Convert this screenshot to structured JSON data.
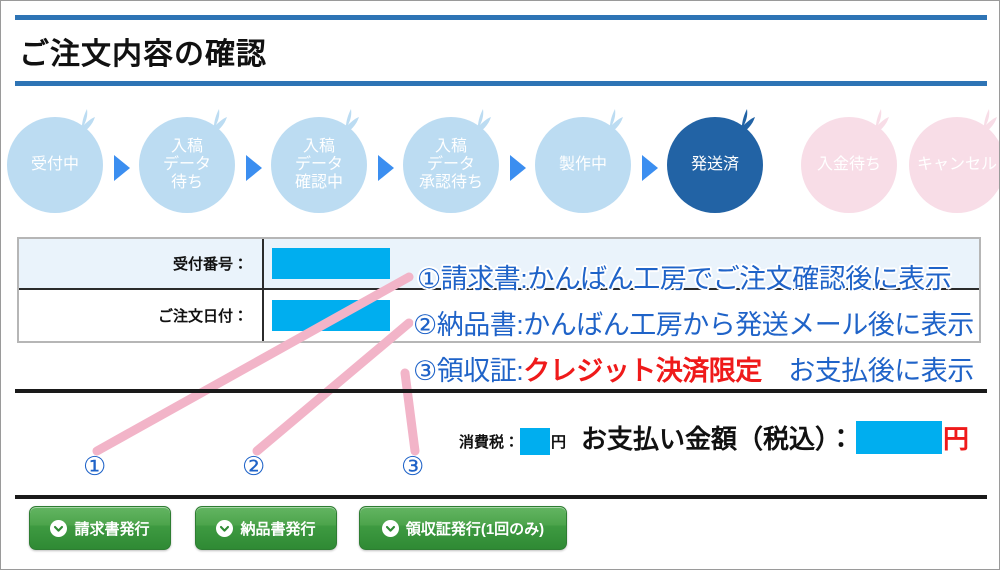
{
  "page": {
    "title": "ご注文内容の確認"
  },
  "steps": [
    {
      "label": "受付中",
      "state": "blue-light"
    },
    {
      "label": "入稿\nデータ\n待ち",
      "state": "blue-light"
    },
    {
      "label": "入稿\nデータ\n確認中",
      "state": "blue-light"
    },
    {
      "label": "入稿\nデータ\n承認待ち",
      "state": "blue-light"
    },
    {
      "label": "製作中",
      "state": "blue-light"
    },
    {
      "label": "発送済",
      "state": "blue-dark"
    },
    {
      "label": "入金待ち",
      "state": "pink"
    },
    {
      "label": "キャンセル",
      "state": "pink"
    }
  ],
  "order_table": {
    "rows": [
      {
        "label": "受付番号：",
        "value": ""
      },
      {
        "label": "ご注文日付：",
        "value": ""
      }
    ]
  },
  "annotations": [
    {
      "marker": "①",
      "text": "請求書:かんばん工房でご注文確認後に表示",
      "red": ""
    },
    {
      "marker": "②",
      "text": "納品書:かんばん工房から発送メール後に表示",
      "red": ""
    },
    {
      "marker": "③",
      "prefix": "領収証:",
      "red": "クレジット決済限定",
      "suffix": "　お支払後に表示"
    }
  ],
  "callouts": [
    {
      "marker": "①"
    },
    {
      "marker": "②"
    },
    {
      "marker": "③"
    }
  ],
  "totals": {
    "tax_label": "消費税：",
    "tax_yen": "円",
    "total_label": "お支払い金額（税込）：",
    "total_yen": "円"
  },
  "buttons": [
    {
      "label": "請求書発行",
      "icon": "chevron-down-circle-icon"
    },
    {
      "label": "納品書発行",
      "icon": "chevron-down-circle-icon"
    },
    {
      "label": "領収証発行(1回のみ)",
      "icon": "chevron-down-circle-icon"
    }
  ],
  "colors": {
    "brand_blue": "#2e74b5",
    "step_active": "#2263a5",
    "step_inactive": "#bcdcf2",
    "step_cancel": "#f8dde7",
    "arrow": "#3b8ef0",
    "annotation_blue": "#1f63c8",
    "annotation_red": "#ef1a1a",
    "redaction": "#00aeef",
    "button_green": "#3e9a41",
    "pointer_pink": "#f2b4c8"
  }
}
